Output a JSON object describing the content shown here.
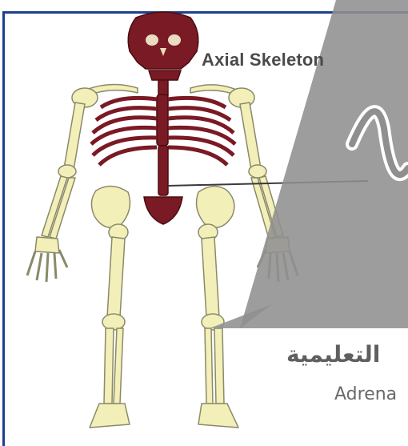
{
  "diagram": {
    "label": "Axial Skeleton",
    "axial_color": "#7a1a24",
    "appendicular_color": "#f3efb8",
    "outline_color": "#8a8a6a"
  },
  "watermark": {
    "arabic_text": "التعليمية",
    "latin_text": "Adrena",
    "color": "#8f8f8f",
    "border_color": "#1f3f8f"
  }
}
